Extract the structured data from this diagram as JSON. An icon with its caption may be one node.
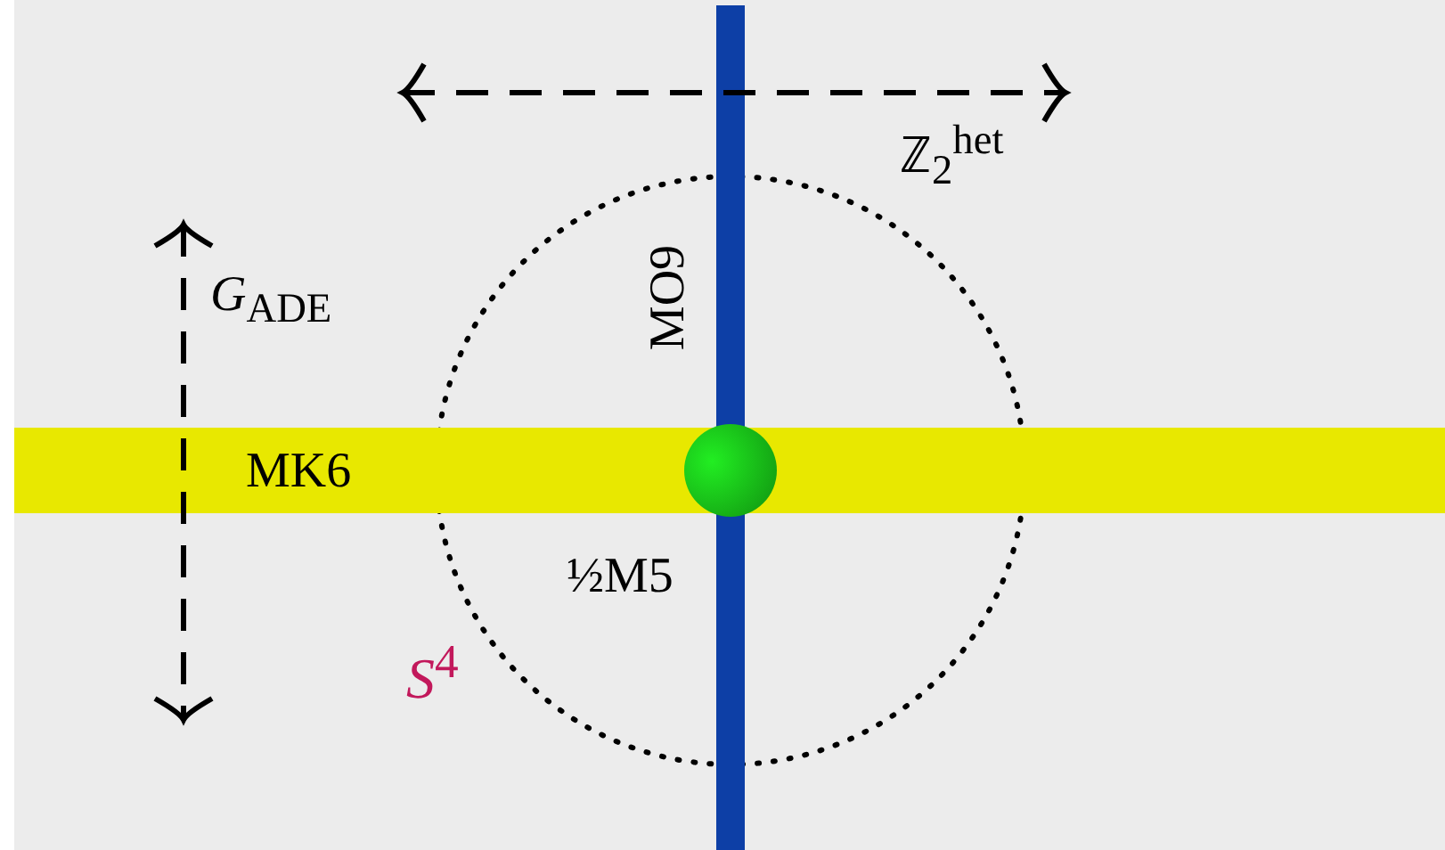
{
  "diagram": {
    "nodes": [
      {
        "text": [
          "*S*$^{4}$"
        ]
      },
      {
        "text": [
          "MK6"
        ]
      },
      {
        "text": [],
        "shape": "bar"
      },
      {
        "text": [],
        "shape": "circle"
      }
    ],
    "labels": [
      "ℤ$_{2}$$^{het}$",
      "*G*$_{ADE}$",
      "MO9",
      "½M5"
    ]
  }
}
